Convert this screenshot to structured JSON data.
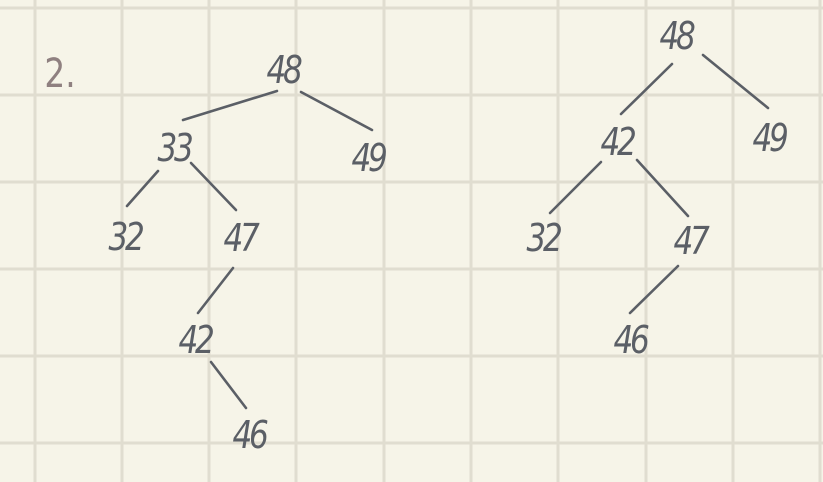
{
  "problem_label": "2.",
  "colors": {
    "paper": "#f6f4e8",
    "grid": "#e0ddd0",
    "ink": "#5b5f66",
    "label": "#8f8080"
  },
  "trees": [
    {
      "name": "left-tree",
      "nodes": {
        "n48": "48",
        "n33": "33",
        "n49": "49",
        "n32": "32",
        "n47": "47",
        "n42": "42",
        "n46": "46"
      },
      "edges": [
        [
          "n48",
          "n33"
        ],
        [
          "n48",
          "n49"
        ],
        [
          "n33",
          "n32"
        ],
        [
          "n33",
          "n47"
        ],
        [
          "n47",
          "n42"
        ],
        [
          "n42",
          "n46"
        ]
      ]
    },
    {
      "name": "right-tree",
      "nodes": {
        "n48": "48",
        "n42": "42",
        "n49": "49",
        "n32": "32",
        "n47": "47",
        "n46": "46"
      },
      "edges": [
        [
          "n48",
          "n42"
        ],
        [
          "n48",
          "n49"
        ],
        [
          "n42",
          "n32"
        ],
        [
          "n42",
          "n47"
        ],
        [
          "n47",
          "n46"
        ]
      ]
    }
  ]
}
